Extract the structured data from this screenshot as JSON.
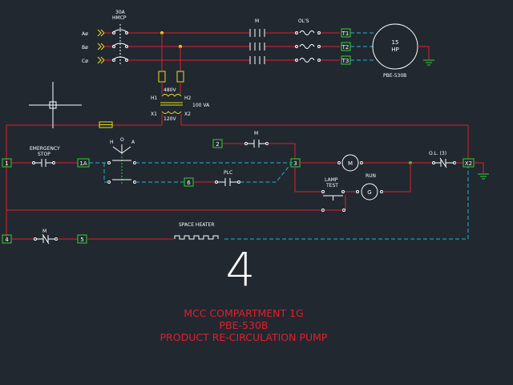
{
  "labels": {
    "hmcp_rating": "30A",
    "hmcp": "HMCP",
    "phase_a": "Aø",
    "phase_b": "Bø",
    "phase_c": "Cø",
    "contactor_m": "M",
    "overloads": "OL'S",
    "t1": "T1",
    "t2": "T2",
    "t3": "T3",
    "motor_hp": "15",
    "motor_hp_unit": "HP",
    "motor_id": "PBE-530B",
    "primary_v": "480V",
    "h1": "H1",
    "h2": "H2",
    "va_rating": "100 VA",
    "x1": "X1",
    "x2": "X2",
    "secondary_v": "120V",
    "hoa_h": "H",
    "hoa_o": "O",
    "hoa_a": "A",
    "emergency": "EMERGENCY",
    "stop": "STOP",
    "aux_m": "M",
    "plc": "PLC",
    "lamp": "LAMP",
    "test": "TEST",
    "run": "RUN",
    "lamp_g": "G",
    "ol_3": "O.L. (3)",
    "motor_coil": "M",
    "heater_m": "M",
    "space_heater": "SPACE HEATER",
    "term_1": "1",
    "term_1a": "1A",
    "term_2": "2",
    "term_3": "3",
    "term_4": "4",
    "term_5": "5",
    "term_6": "6",
    "term_x2": "X2"
  },
  "title_block": {
    "sheet_number": "4",
    "line1": "MCC COMPARTMENT 1G",
    "line2": "PBE-530B",
    "line3": "PRODUCT RE-CIRCULATION PUMP"
  },
  "colors": {
    "background": "#212830",
    "power_wire": "#e0202c",
    "terminal": "#35d035",
    "field_wire": "#1fb8d0",
    "device": "#ffffff"
  }
}
